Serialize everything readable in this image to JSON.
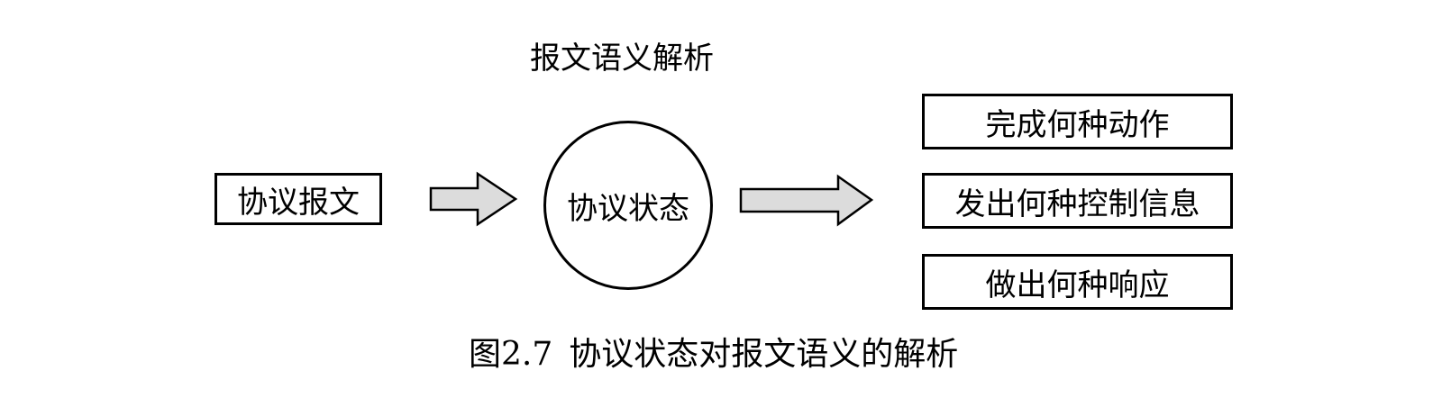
{
  "diagram": {
    "top_label": "报文语义解析",
    "input_box": "协议报文",
    "center_circle": "协议状态",
    "outputs": [
      "完成何种动作",
      "发出何种控制信息",
      "做出何种响应"
    ],
    "caption": {
      "number": "图2.7",
      "text": "协议状态对报文语义的解析"
    },
    "colors": {
      "arrow_fill": "#dcdcdc",
      "stroke": "#000000"
    }
  }
}
